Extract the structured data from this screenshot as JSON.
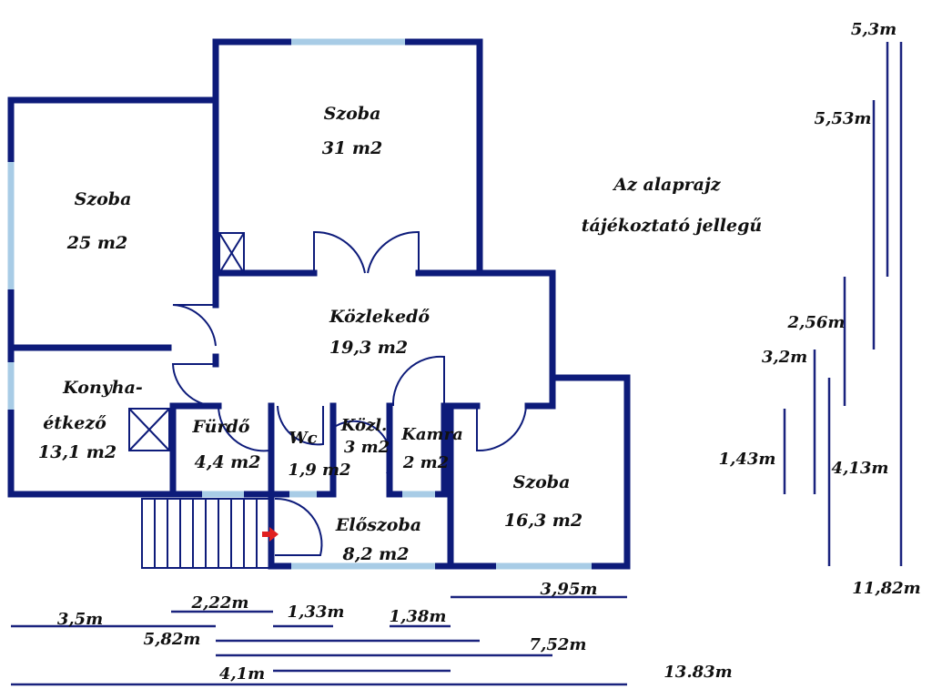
{
  "colors": {
    "wall": "#0d1b7a",
    "window": "#a8cce6",
    "line": "#1a237e",
    "arrow": "#e02020"
  },
  "rooms": {
    "szoba_31": {
      "name": "Szoba",
      "area": "31 m2"
    },
    "szoba_25": {
      "name": "Szoba",
      "area": "25 m2"
    },
    "kozlekedo": {
      "name": "Közlekedő",
      "area": "19,3 m2"
    },
    "konyha": {
      "name_line1": "Konyha-",
      "name_line2": "étkező",
      "area": "13,1 m2"
    },
    "furdo": {
      "name": "Fürdő",
      "area": "4,4 m2"
    },
    "wc": {
      "name": "Wc",
      "area": "1,9 m2"
    },
    "kozl": {
      "name": "Közl.",
      "area": "3 m2"
    },
    "kamra": {
      "name": "Kamra",
      "area": "2 m2"
    },
    "szoba_16": {
      "name": "Szoba",
      "area": "16,3 m2"
    },
    "eloszoba": {
      "name": "Előszoba",
      "area": "8,2 m2"
    }
  },
  "note": {
    "line1": "Az alaprajz",
    "line2": "tájékoztató jellegű"
  },
  "dimensions": {
    "bottom": [
      "3,5m",
      "2,22m",
      "1,33m",
      "1,38m",
      "3,95m",
      "5,82m",
      "7,52m",
      "4,1m",
      "13.83m"
    ],
    "right": [
      "5,3m",
      "5,53m",
      "2,56m",
      "3,2m",
      "1,43m",
      "4,13m",
      "11,82m"
    ]
  },
  "icons": [
    "shaft-icon",
    "stairs-icon",
    "entrance-arrow-icon",
    "door-swing-icon"
  ]
}
